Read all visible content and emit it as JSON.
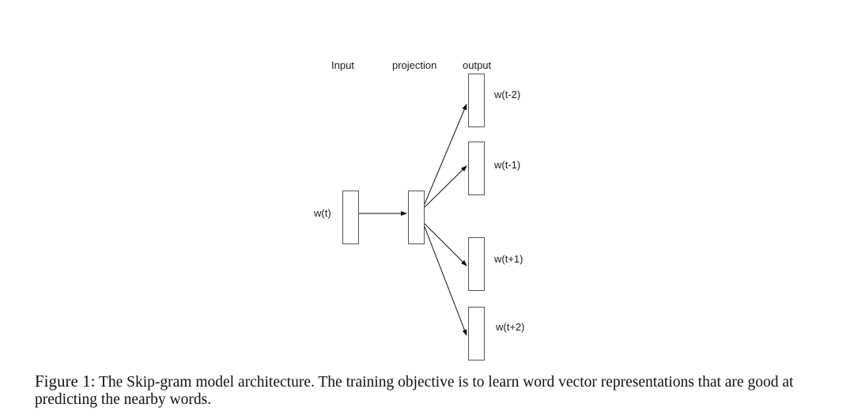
{
  "diagram": {
    "headers": {
      "input": "Input",
      "projection": "projection",
      "output": "output"
    },
    "input_word": "w(t)",
    "output_words": [
      "w(t-2)",
      "w(t-1)",
      "w(t+1)",
      "w(t+2)"
    ]
  },
  "caption": {
    "figure_label": "Figure 1:",
    "text": "The Skip-gram model architecture. The training objective is to learn word vector representations that are good at predicting the nearby words."
  }
}
